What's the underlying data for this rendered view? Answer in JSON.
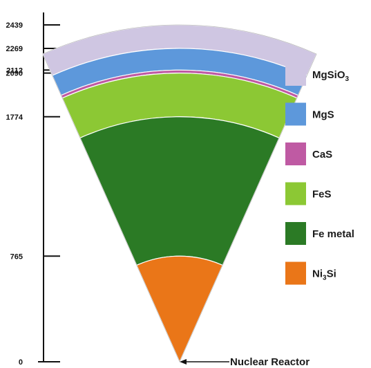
{
  "axis": {
    "ticks": [
      {
        "value": 2439,
        "label": "2439"
      },
      {
        "value": 2269,
        "label": "2269"
      },
      {
        "value": 2112,
        "label": "2112"
      },
      {
        "value": 2090,
        "label": "2090"
      },
      {
        "value": 1774,
        "label": "1774"
      },
      {
        "value": 765,
        "label": "765"
      },
      {
        "value": 0,
        "label": "0"
      }
    ]
  },
  "layers": [
    {
      "id": "mgsio3",
      "inner": 2269,
      "outer": 2439,
      "color": "#cfc6e2"
    },
    {
      "id": "mgs",
      "inner": 2112,
      "outer": 2269,
      "color": "#5d98db"
    },
    {
      "id": "cas",
      "inner": 2090,
      "outer": 2112,
      "color": "#bf5aa3"
    },
    {
      "id": "fes",
      "inner": 1774,
      "outer": 2090,
      "color": "#8cc834"
    },
    {
      "id": "fe",
      "inner": 765,
      "outer": 1774,
      "color": "#2b7a25"
    },
    {
      "id": "ni3si",
      "inner": 0,
      "outer": 765,
      "color": "#ea7618"
    }
  ],
  "legend": [
    {
      "id": "mgsio3",
      "label_main": "MgSiO",
      "label_sub": "3",
      "label_tail": "",
      "color": "#cfc6e2"
    },
    {
      "id": "mgs",
      "label_main": "MgS",
      "label_sub": "",
      "label_tail": "",
      "color": "#5d98db"
    },
    {
      "id": "cas",
      "label_main": "CaS",
      "label_sub": "",
      "label_tail": "",
      "color": "#bf5aa3"
    },
    {
      "id": "fes",
      "label_main": "FeS",
      "label_sub": "",
      "label_tail": "",
      "color": "#8cc834"
    },
    {
      "id": "fe",
      "label_main": "Fe metal",
      "label_sub": "",
      "label_tail": "",
      "color": "#2b7a25"
    },
    {
      "id": "ni3si",
      "label_main": "Ni",
      "label_sub": "3",
      "label_tail": "Si",
      "color": "#ea7618"
    }
  ],
  "callout": {
    "label": "Nuclear Reactor"
  }
}
